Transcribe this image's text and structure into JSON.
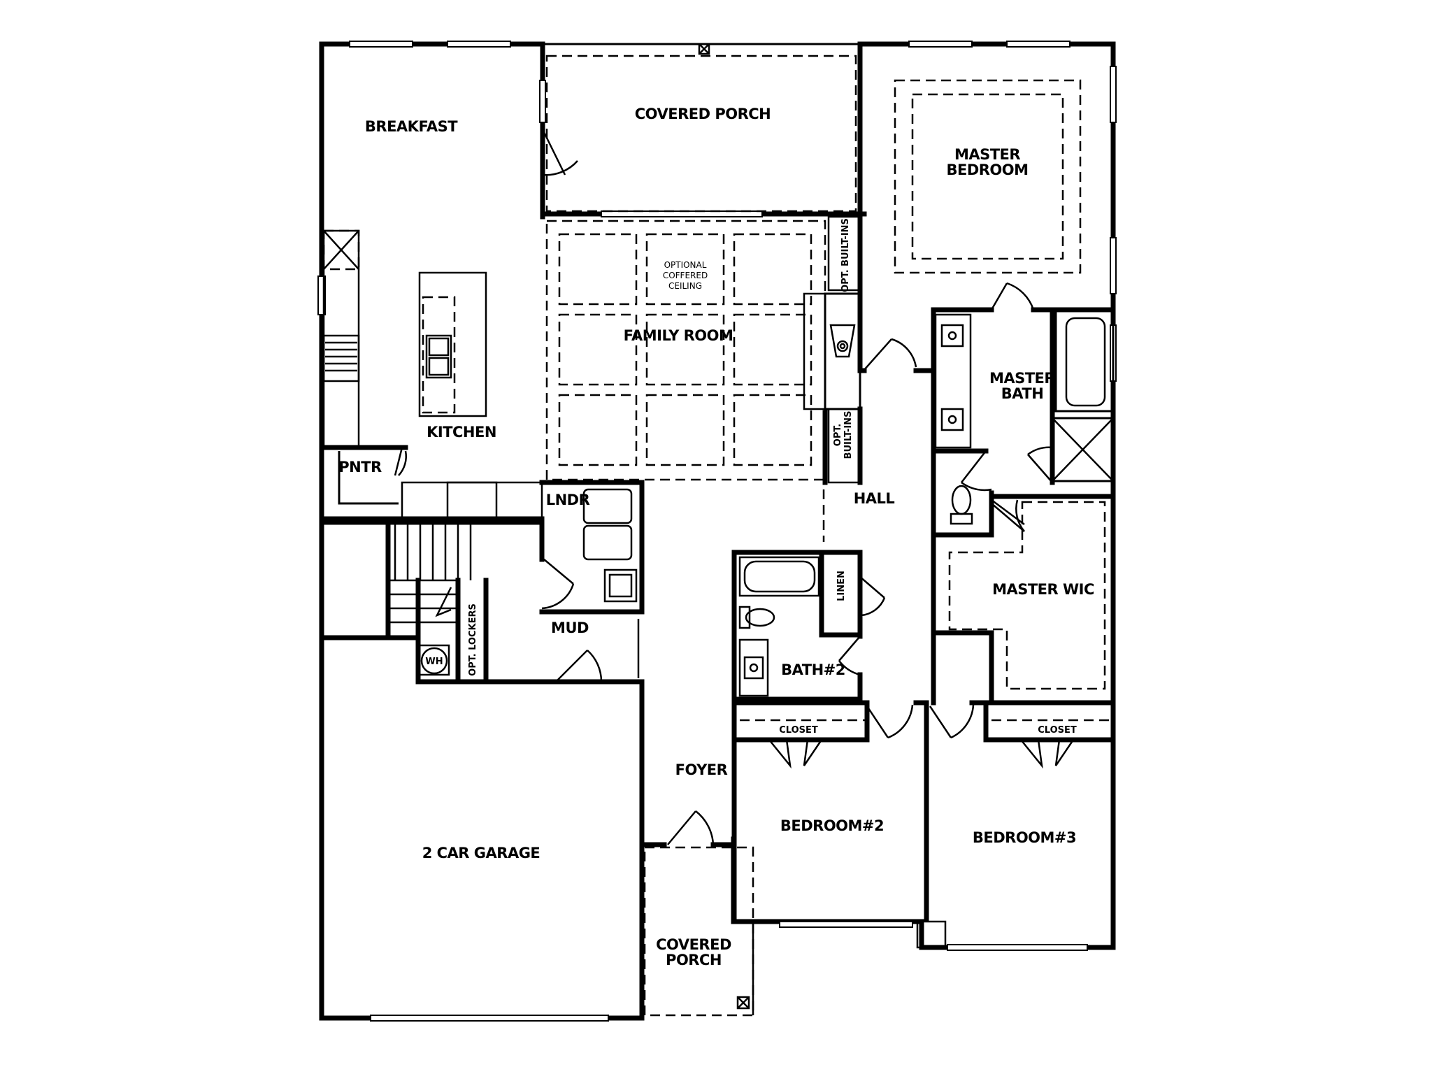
{
  "rooms": {
    "breakfast": "BREAKFAST",
    "covered_porch_rear": "COVERED PORCH",
    "master_bedroom_line1": "MASTER",
    "master_bedroom_line2": "BEDROOM",
    "coffered_line1": "OPTIONAL",
    "coffered_line2": "COFFERED",
    "coffered_line3": "CEILING",
    "family_room": "FAMILY ROOM",
    "opt_builtins_top": "OPT. BUILT-INS",
    "opt_builtins_bottom_line1": "OPT.",
    "opt_builtins_bottom_line2": "BUILT-INS",
    "master_bath_line1": "MASTER",
    "master_bath_line2": "BATH",
    "kitchen": "KITCHEN",
    "pantry": "PNTR",
    "laundry": "LNDR",
    "hall": "HALL",
    "master_wic": "MASTER WIC",
    "linen": "LINEN",
    "mud": "MUD",
    "water_heater": "WH",
    "opt_lockers": "OPT. LOCKERS",
    "bath2": "BATH#2",
    "closet_bed2": "CLOSET",
    "closet_bed3": "CLOSET",
    "foyer": "FOYER",
    "bedroom2": "BEDROOM#2",
    "bedroom3": "BEDROOM#3",
    "garage": "2 CAR GARAGE",
    "covered_porch_front_line1": "COVERED",
    "covered_porch_front_line2": "PORCH"
  }
}
